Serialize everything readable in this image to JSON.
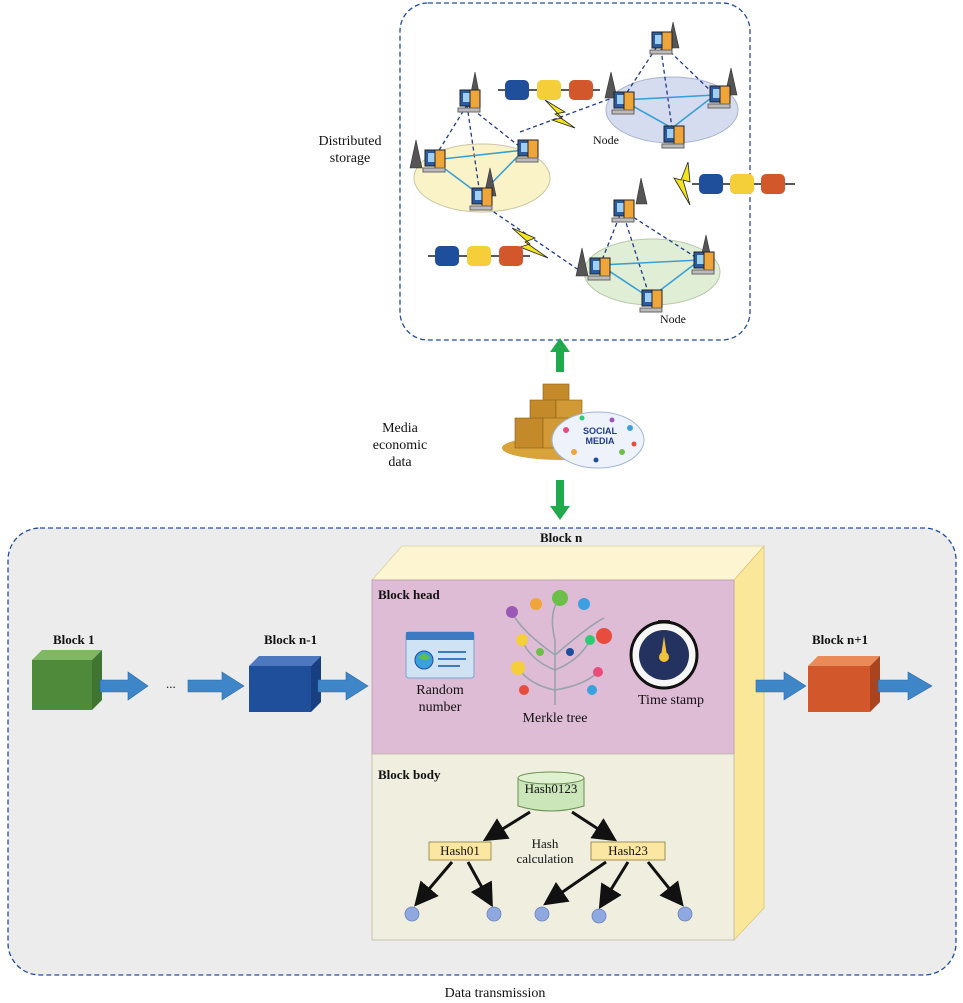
{
  "labels": {
    "distributed_storage": "Distributed\nstorage",
    "media_economic_data": "Media\neconomic\ndata",
    "node": "Node",
    "social_media": "SOCIAL\nMEDIA",
    "data_transmission": "Data transmission",
    "ellipsis": "..."
  },
  "blocks": {
    "block_n": "Block n",
    "block_1": "Block 1",
    "block_n_minus_1": "Block n-1",
    "block_n_plus_1": "Block n+1"
  },
  "block_head": {
    "title": "Block head",
    "random_number": "Random\nnumber",
    "merkle_tree": "Merkle tree",
    "time_stamp": "Time stamp"
  },
  "block_body": {
    "title": "Block body",
    "root": "Hash0123",
    "left": "Hash01",
    "right": "Hash23",
    "calc": "Hash\ncalculation"
  },
  "colors": {
    "dashed_border": "#1f4e9a",
    "green_arrow": "#1faa4b",
    "head_bg": "#dfbcd6",
    "body_bg": "#efeedf",
    "cube_side": "#fbe79a",
    "block1": "#4f8a3a",
    "block_n_minus_1": "#1f4e9a",
    "block_n_plus_1": "#d2572a",
    "flow_arrow": "#3f86c9",
    "hash_box": "#fbe7a1",
    "leaf_node": "#8fa8e0"
  }
}
